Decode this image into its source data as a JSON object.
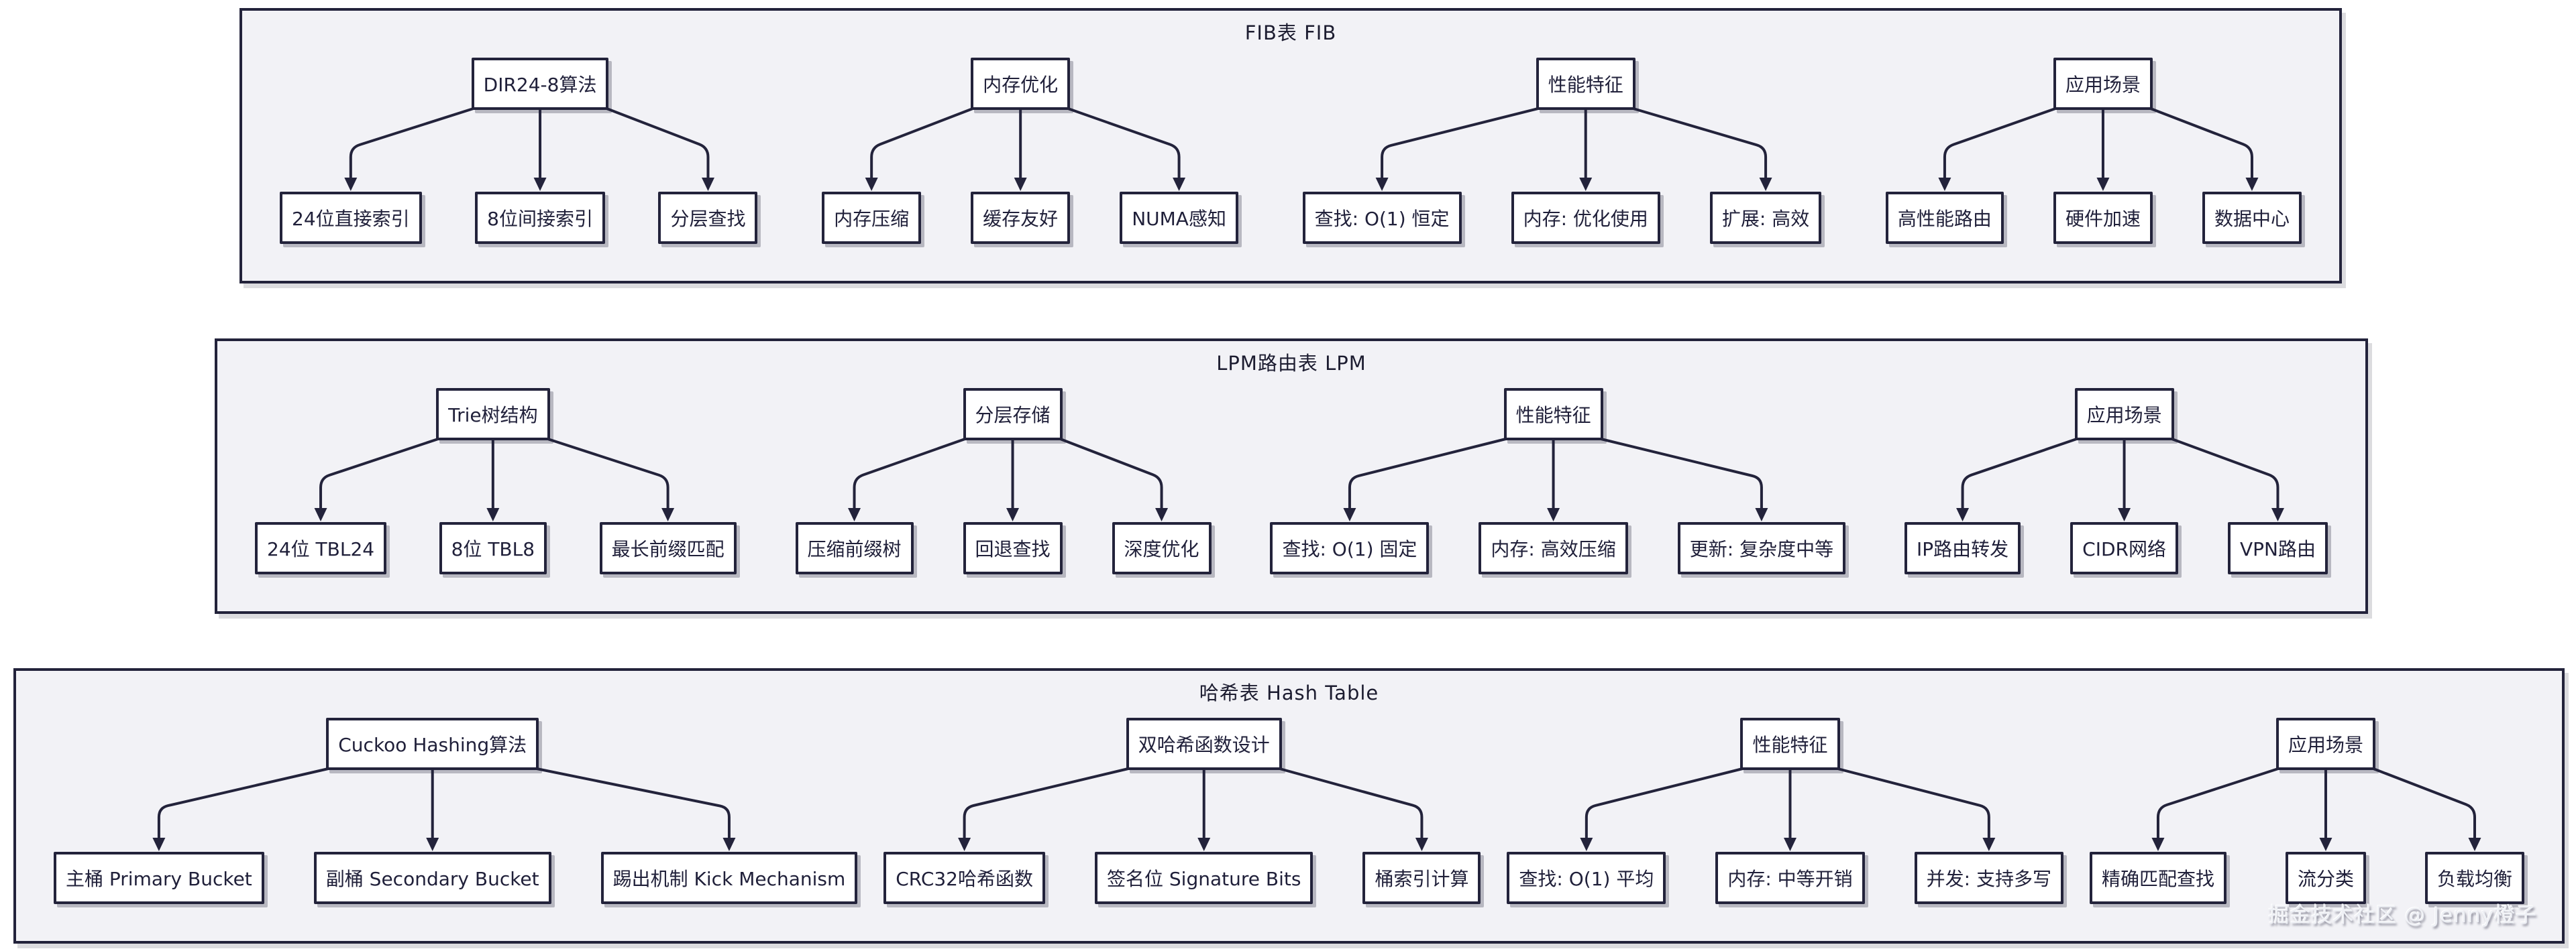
{
  "style": {
    "ink": "#23233b",
    "panel_bg": "#f2f2f6",
    "node_bg": "#ffffff"
  },
  "watermark": "掘金技术社区 @ Jenny橙子",
  "sections": [
    {
      "id": "fib",
      "title": "FIB表 FIB",
      "clusters": [
        {
          "parent": "DIR24-8算法",
          "children": [
            "24位直接索引",
            "8位间接索引",
            "分层查找"
          ]
        },
        {
          "parent": "内存优化",
          "children": [
            "内存压缩",
            "缓存友好",
            "NUMA感知"
          ]
        },
        {
          "parent": "性能特征",
          "children": [
            "查找: O(1) 恒定",
            "内存: 优化使用",
            "扩展: 高效"
          ]
        },
        {
          "parent": "应用场景",
          "children": [
            "高性能路由",
            "硬件加速",
            "数据中心"
          ]
        }
      ]
    },
    {
      "id": "lpm",
      "title": "LPM路由表 LPM",
      "clusters": [
        {
          "parent": "Trie树结构",
          "children": [
            "24位 TBL24",
            "8位 TBL8",
            "最长前缀匹配"
          ]
        },
        {
          "parent": "分层存储",
          "children": [
            "压缩前缀树",
            "回退查找",
            "深度优化"
          ]
        },
        {
          "parent": "性能特征",
          "children": [
            "查找: O(1) 固定",
            "内存: 高效压缩",
            "更新: 复杂度中等"
          ]
        },
        {
          "parent": "应用场景",
          "children": [
            "IP路由转发",
            "CIDR网络",
            "VPN路由"
          ]
        }
      ]
    },
    {
      "id": "hash",
      "title": "哈希表 Hash Table",
      "clusters": [
        {
          "parent": "Cuckoo Hashing算法",
          "children": [
            "主桶 Primary Bucket",
            "副桶 Secondary Bucket",
            "踢出机制 Kick Mechanism"
          ]
        },
        {
          "parent": "双哈希函数设计",
          "children": [
            "CRC32哈希函数",
            "签名位 Signature Bits",
            "桶索引计算"
          ]
        },
        {
          "parent": "性能特征",
          "children": [
            "查找: O(1) 平均",
            "内存: 中等开销",
            "并发: 支持多写"
          ]
        },
        {
          "parent": "应用场景",
          "children": [
            "精确匹配查找",
            "流分类",
            "负载均衡"
          ]
        }
      ]
    }
  ]
}
